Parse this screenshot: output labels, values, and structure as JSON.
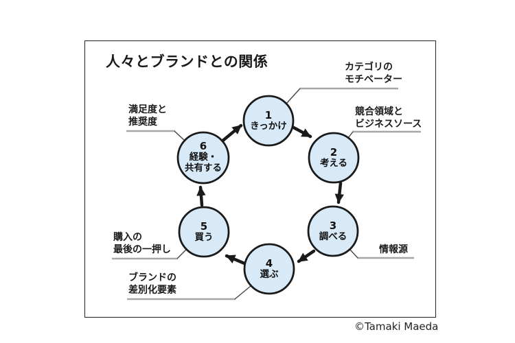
{
  "title": "人々とブランドとの関係",
  "copyright": "©Tamaki Maeda",
  "cycle": {
    "nodes": [
      {
        "number": "1",
        "line1": "きっかけ",
        "line2": ""
      },
      {
        "number": "2",
        "line1": "考える",
        "line2": ""
      },
      {
        "number": "3",
        "line1": "調べる",
        "line2": ""
      },
      {
        "number": "4",
        "line1": "選ぶ",
        "line2": ""
      },
      {
        "number": "5",
        "line1": "買う",
        "line2": ""
      },
      {
        "number": "6",
        "line1": "経験・",
        "line2": "共有する"
      }
    ],
    "callouts": [
      {
        "target": "1",
        "line1": "カテゴリの",
        "line2": "モチベーター"
      },
      {
        "target": "2",
        "line1": "競合領域と",
        "line2": "ビジネスソース"
      },
      {
        "target": "3",
        "line1": "情報源",
        "line2": ""
      },
      {
        "target": "4",
        "line1": "ブランドの",
        "line2": "差別化要素"
      },
      {
        "target": "5",
        "line1": "購入の",
        "line2": "最後の一押し"
      },
      {
        "target": "6",
        "line1": "満足度と",
        "line2": "推奨度"
      }
    ],
    "order": "1→2→3→4→5→6→1"
  },
  "colors": {
    "node_fill": "#d8eaf7",
    "node_border": "#1a1a1a",
    "arrow": "#1a1a1a",
    "callout_underline": "#a6a6a6",
    "callout_connector": "#444444",
    "frame_border": "#222222"
  }
}
